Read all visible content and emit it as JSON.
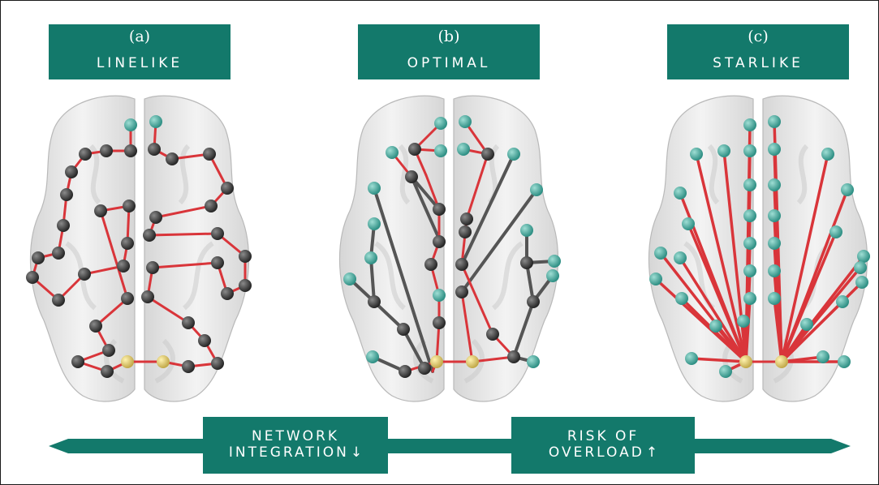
{
  "panels": [
    {
      "letter": "(a)",
      "title": "LINELIKE"
    },
    {
      "letter": "(b)",
      "title": "OPTIMAL"
    },
    {
      "letter": "(c)",
      "title": "STARLIKE"
    }
  ],
  "bottom": {
    "integration": {
      "line1": "NETWORK",
      "line2": "INTEGRATION",
      "glyph": "↓"
    },
    "overload": {
      "line1": "RISK OF",
      "line2": "OVERLOAD",
      "glyph": "↑"
    }
  },
  "colors": {
    "teal": "#13796b",
    "node_dark": "#3a3a3a",
    "node_teal": "#3fa69a",
    "node_hub": "#d8c56a",
    "edge_red": "#d9353a",
    "edge_gray": "#555555"
  }
}
